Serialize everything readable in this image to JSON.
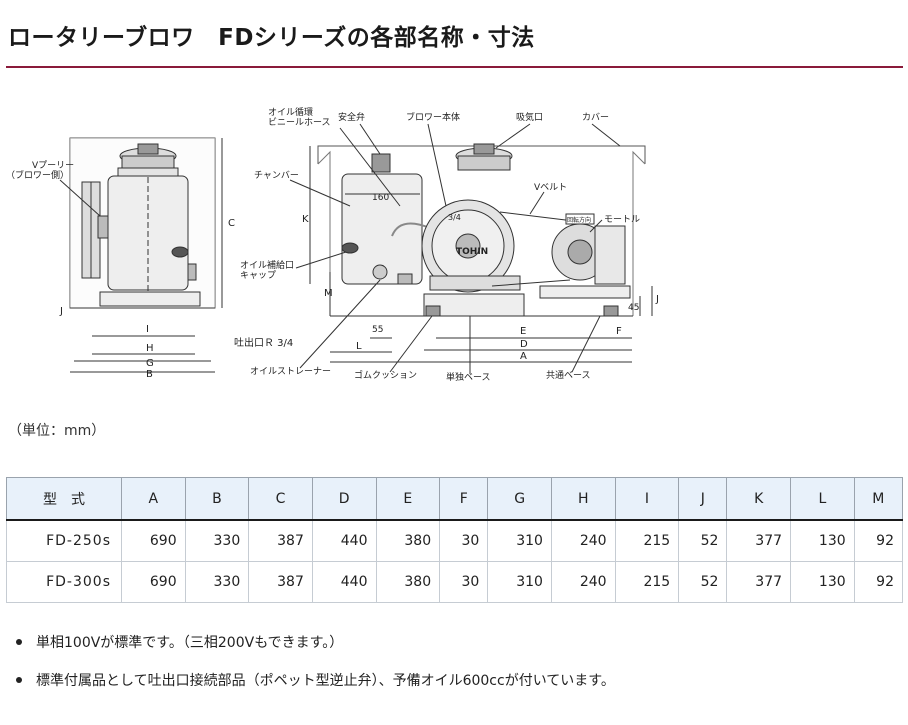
{
  "title": "ロータリーブロワ　FDシリーズの各部名称・寸法",
  "diagram": {
    "labels": {
      "v_pulley": [
        "Vプーリー",
        "（ブロワー側）"
      ],
      "oil_hose": [
        "オイル循環",
        "ビニールホース"
      ],
      "safety_valve": "安全弁",
      "blower_body": "ブロワー本体",
      "intake": "吸気口",
      "cover": "カバー",
      "chamber": "チャンバー",
      "v_belt": "Vベルト",
      "motor": "モートル",
      "rotation": "回転方向",
      "oil_cap": [
        "オイル補給口",
        "キャップ"
      ],
      "discharge": "吐出口Ｒ 3/4",
      "strainer": "オイルストレーナー",
      "cushion": "ゴムクッション",
      "single_base": "単独ベース",
      "common_base": "共通ベース",
      "brand": "TOHIN",
      "size_mark": "3/4"
    },
    "dims": {
      "A": "A",
      "B": "B",
      "C": "C",
      "D": "D",
      "E": "E",
      "F": "F",
      "G": "G",
      "H": "H",
      "I": "I",
      "J": "J",
      "K": "K",
      "L": "L",
      "M": "M",
      "d160": "160",
      "d55": "55",
      "d45": "45"
    }
  },
  "unit_note": "（単位：mm）",
  "table": {
    "headers": [
      "型　式",
      "A",
      "B",
      "C",
      "D",
      "E",
      "F",
      "G",
      "H",
      "I",
      "J",
      "K",
      "L",
      "M"
    ],
    "rows": [
      [
        "FD-250s",
        "690",
        "330",
        "387",
        "440",
        "380",
        "30",
        "310",
        "240",
        "215",
        "52",
        "377",
        "130",
        "92"
      ],
      [
        "FD-300s",
        "690",
        "330",
        "387",
        "440",
        "380",
        "30",
        "310",
        "240",
        "215",
        "52",
        "377",
        "130",
        "92"
      ]
    ]
  },
  "notes": [
    "単相100Vが標準です。（三相200Vもできます。）",
    "標準付属品として吐出口接続部品（ポペット型逆止弁）、予備オイル600ccが付いています。"
  ],
  "colors": {
    "rule": "#8a1a3a",
    "header_bg": "#e8f1fa"
  }
}
